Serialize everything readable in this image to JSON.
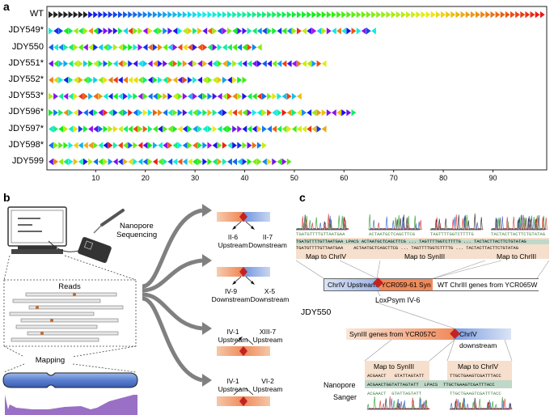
{
  "panel_a": {
    "label": "a",
    "strains": [
      {
        "name": "WT",
        "length": 100,
        "seed": 1
      },
      {
        "name": "JDY549*",
        "length": 66,
        "seed": 2
      },
      {
        "name": "JDY550",
        "length": 43,
        "seed": 3
      },
      {
        "name": "JDY551*",
        "length": 56,
        "seed": 4
      },
      {
        "name": "JDY552*",
        "length": 40,
        "seed": 5
      },
      {
        "name": "JDY553*",
        "length": 51,
        "seed": 6
      },
      {
        "name": "JDY596*",
        "length": 62,
        "seed": 7
      },
      {
        "name": "JDY597*",
        "length": 56,
        "seed": 8
      },
      {
        "name": "JDY598*",
        "length": 44,
        "seed": 9
      },
      {
        "name": "JDY599",
        "length": 49,
        "seed": 10
      }
    ],
    "x_ticks": [
      "10",
      "20",
      "30",
      "40",
      "50",
      "60",
      "70",
      "80",
      "90"
    ]
  },
  "panel_b": {
    "label": "b",
    "nanopore_label": "Nanopore\nSequencing",
    "reads_label": "Reads",
    "mapping_label": "Mapping",
    "junctions": [
      {
        "left": "II-6\nUpstream",
        "right": "II-7\nDownstream"
      },
      {
        "left": "IV-9\nDownstream",
        "right": "X-5\nDownstream"
      },
      {
        "left": "IV-1\nUpstream",
        "right": "XIII-7\nUpstream"
      },
      {
        "left": "IV-1\nUpstream",
        "right": "VI-2\nUpstream"
      }
    ]
  },
  "panel_c": {
    "label": "c",
    "top_seqs": [
      "TGATGTTTTGTTAATGAA",
      "ACTAATGCTCAGCTTCG",
      "TAGTTTTGGTCTTTTG",
      "TACTACTTACTTCTGTATAG"
    ],
    "aligned_row_1": "TGATGTTTTGTTAATGAA LPACS ACTAATGCTCAGCTTCG ... TAGTTTTGGTCTTTTG ... TACTACTTACTTCTGTATAG",
    "aligned_row_2": "TGATGTTTTGTTAATGAA    ACTAATGCTCAGCTTCG ... TAGTTTTGGTCTTTTG ... TACTACTTACTTCTGTATAG",
    "map_labels_top": [
      "Map to ChrIV",
      "Map to SynIII",
      "Map to ChrIII"
    ],
    "chr_top": [
      "ChrIV Upstream",
      "YCR059-61 Syn",
      "WT ChrIII genes from YCR065W"
    ],
    "strain_label": "JDY550",
    "loxpsym_label": "LoxPsym IV-6",
    "chr_bottom": [
      "SynIII genes from YCR057C",
      "ChrIV downstream"
    ],
    "map_labels_bottom": [
      "Map to SynIII",
      "Map to ChrIV"
    ],
    "row_labels": [
      "Nanopore",
      "Sanger"
    ],
    "bottom_seqs": [
      "ACGAACT   GTATTAGTATT",
      "TTGCTGAAGTCGATTTACC"
    ],
    "nanopore_row": "ACGAACTGGTATTAGTATT  LPACS  TTGCTGAAGTCGATTTACC",
    "sanger_seqs": [
      "ACGAACT  GTATTAGTATT",
      "TTGCTGAAGTCGATTTACC"
    ]
  }
}
